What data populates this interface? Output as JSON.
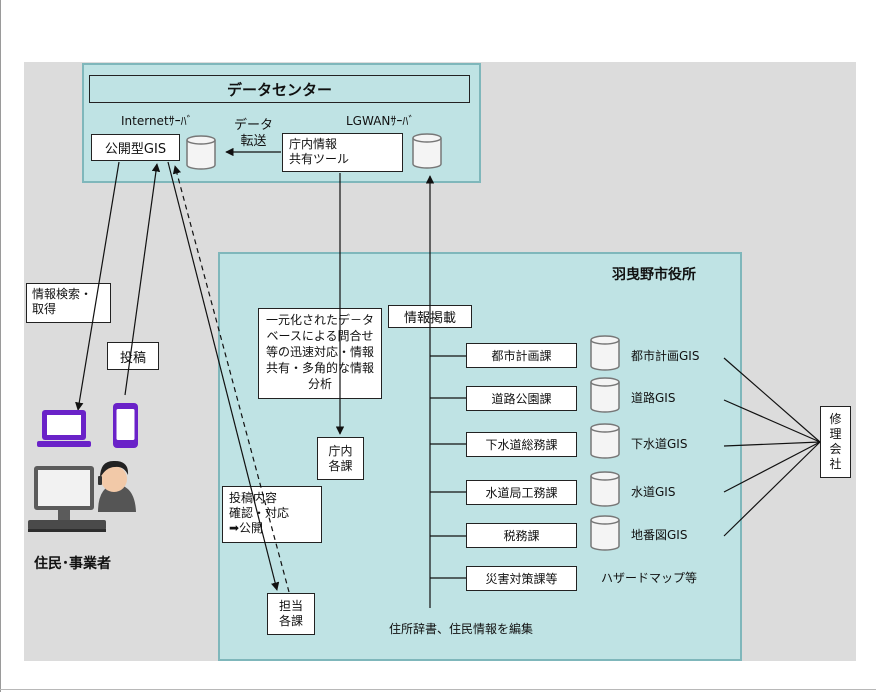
{
  "colors": {
    "panel": "#bfe3e4",
    "stage": "#dcdcdc",
    "device": "#6a22c8"
  },
  "data_center": {
    "title": "データセンター",
    "internet_server": "Internetｻｰﾊﾞ",
    "lgwan_server": "LGWANｻｰﾊﾞ",
    "public_gis": "公開型GIS",
    "data_transfer": "データ\n転送",
    "internal_tool": "庁内情報\n共有ツール"
  },
  "city_hall": {
    "title": "羽曳野市役所",
    "info_post": "情報掲載",
    "benefit_note": "一元化されたデ－タベースによる問合せ等の迅速対応・情報共有・多角的な情報分析",
    "internal_depts": "庁内\n各課",
    "post_review": "投稿内容\n確認・対応\n➡公開",
    "responsible_depts": "担当\n各課",
    "address_note": "住所辞書、住民情報を編集",
    "departments": [
      {
        "name": "都市計画課",
        "gis": "都市計画GIS"
      },
      {
        "name": "道路公園課",
        "gis": "道路GIS"
      },
      {
        "name": "下水道総務課",
        "gis": "下水道GIS"
      },
      {
        "name": "水道局工務課",
        "gis": "水道GIS"
      },
      {
        "name": "税務課",
        "gis": "地番図GIS"
      },
      {
        "name": "災害対策課等",
        "gis": "ハザードマップ等"
      }
    ]
  },
  "residents": {
    "info_search": "情報検索・\n取得",
    "post": "投稿",
    "label": "住民･事業者"
  },
  "repair_company": "修\n理\n会\n社"
}
